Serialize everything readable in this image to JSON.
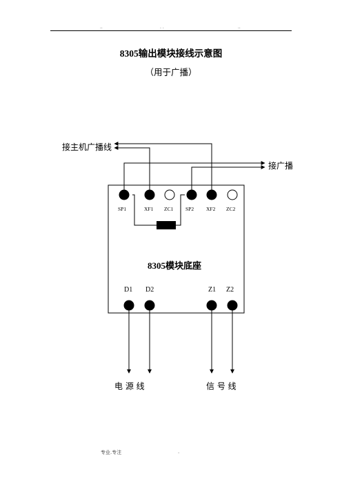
{
  "header": {
    "dots_left": "..",
    "dots_mid": ". .",
    "dots_right": ".."
  },
  "title": "8305输出模块接线示意图",
  "subtitle": "（用于广播）",
  "labels": {
    "host": "接主机广播线",
    "broadcast": "接广播",
    "base": "8305模块底座"
  },
  "top_terminals": [
    "SP1",
    "XF1",
    "ZC1",
    "SP2",
    "XF2",
    "ZC2"
  ],
  "bottom_terminals": [
    "D1",
    "D2",
    "Z1",
    "Z2"
  ],
  "bottom_labels": {
    "power": "电 源 线",
    "signal": "信 号 线"
  },
  "footer": {
    "left": "专业.专注",
    "right": "."
  }
}
